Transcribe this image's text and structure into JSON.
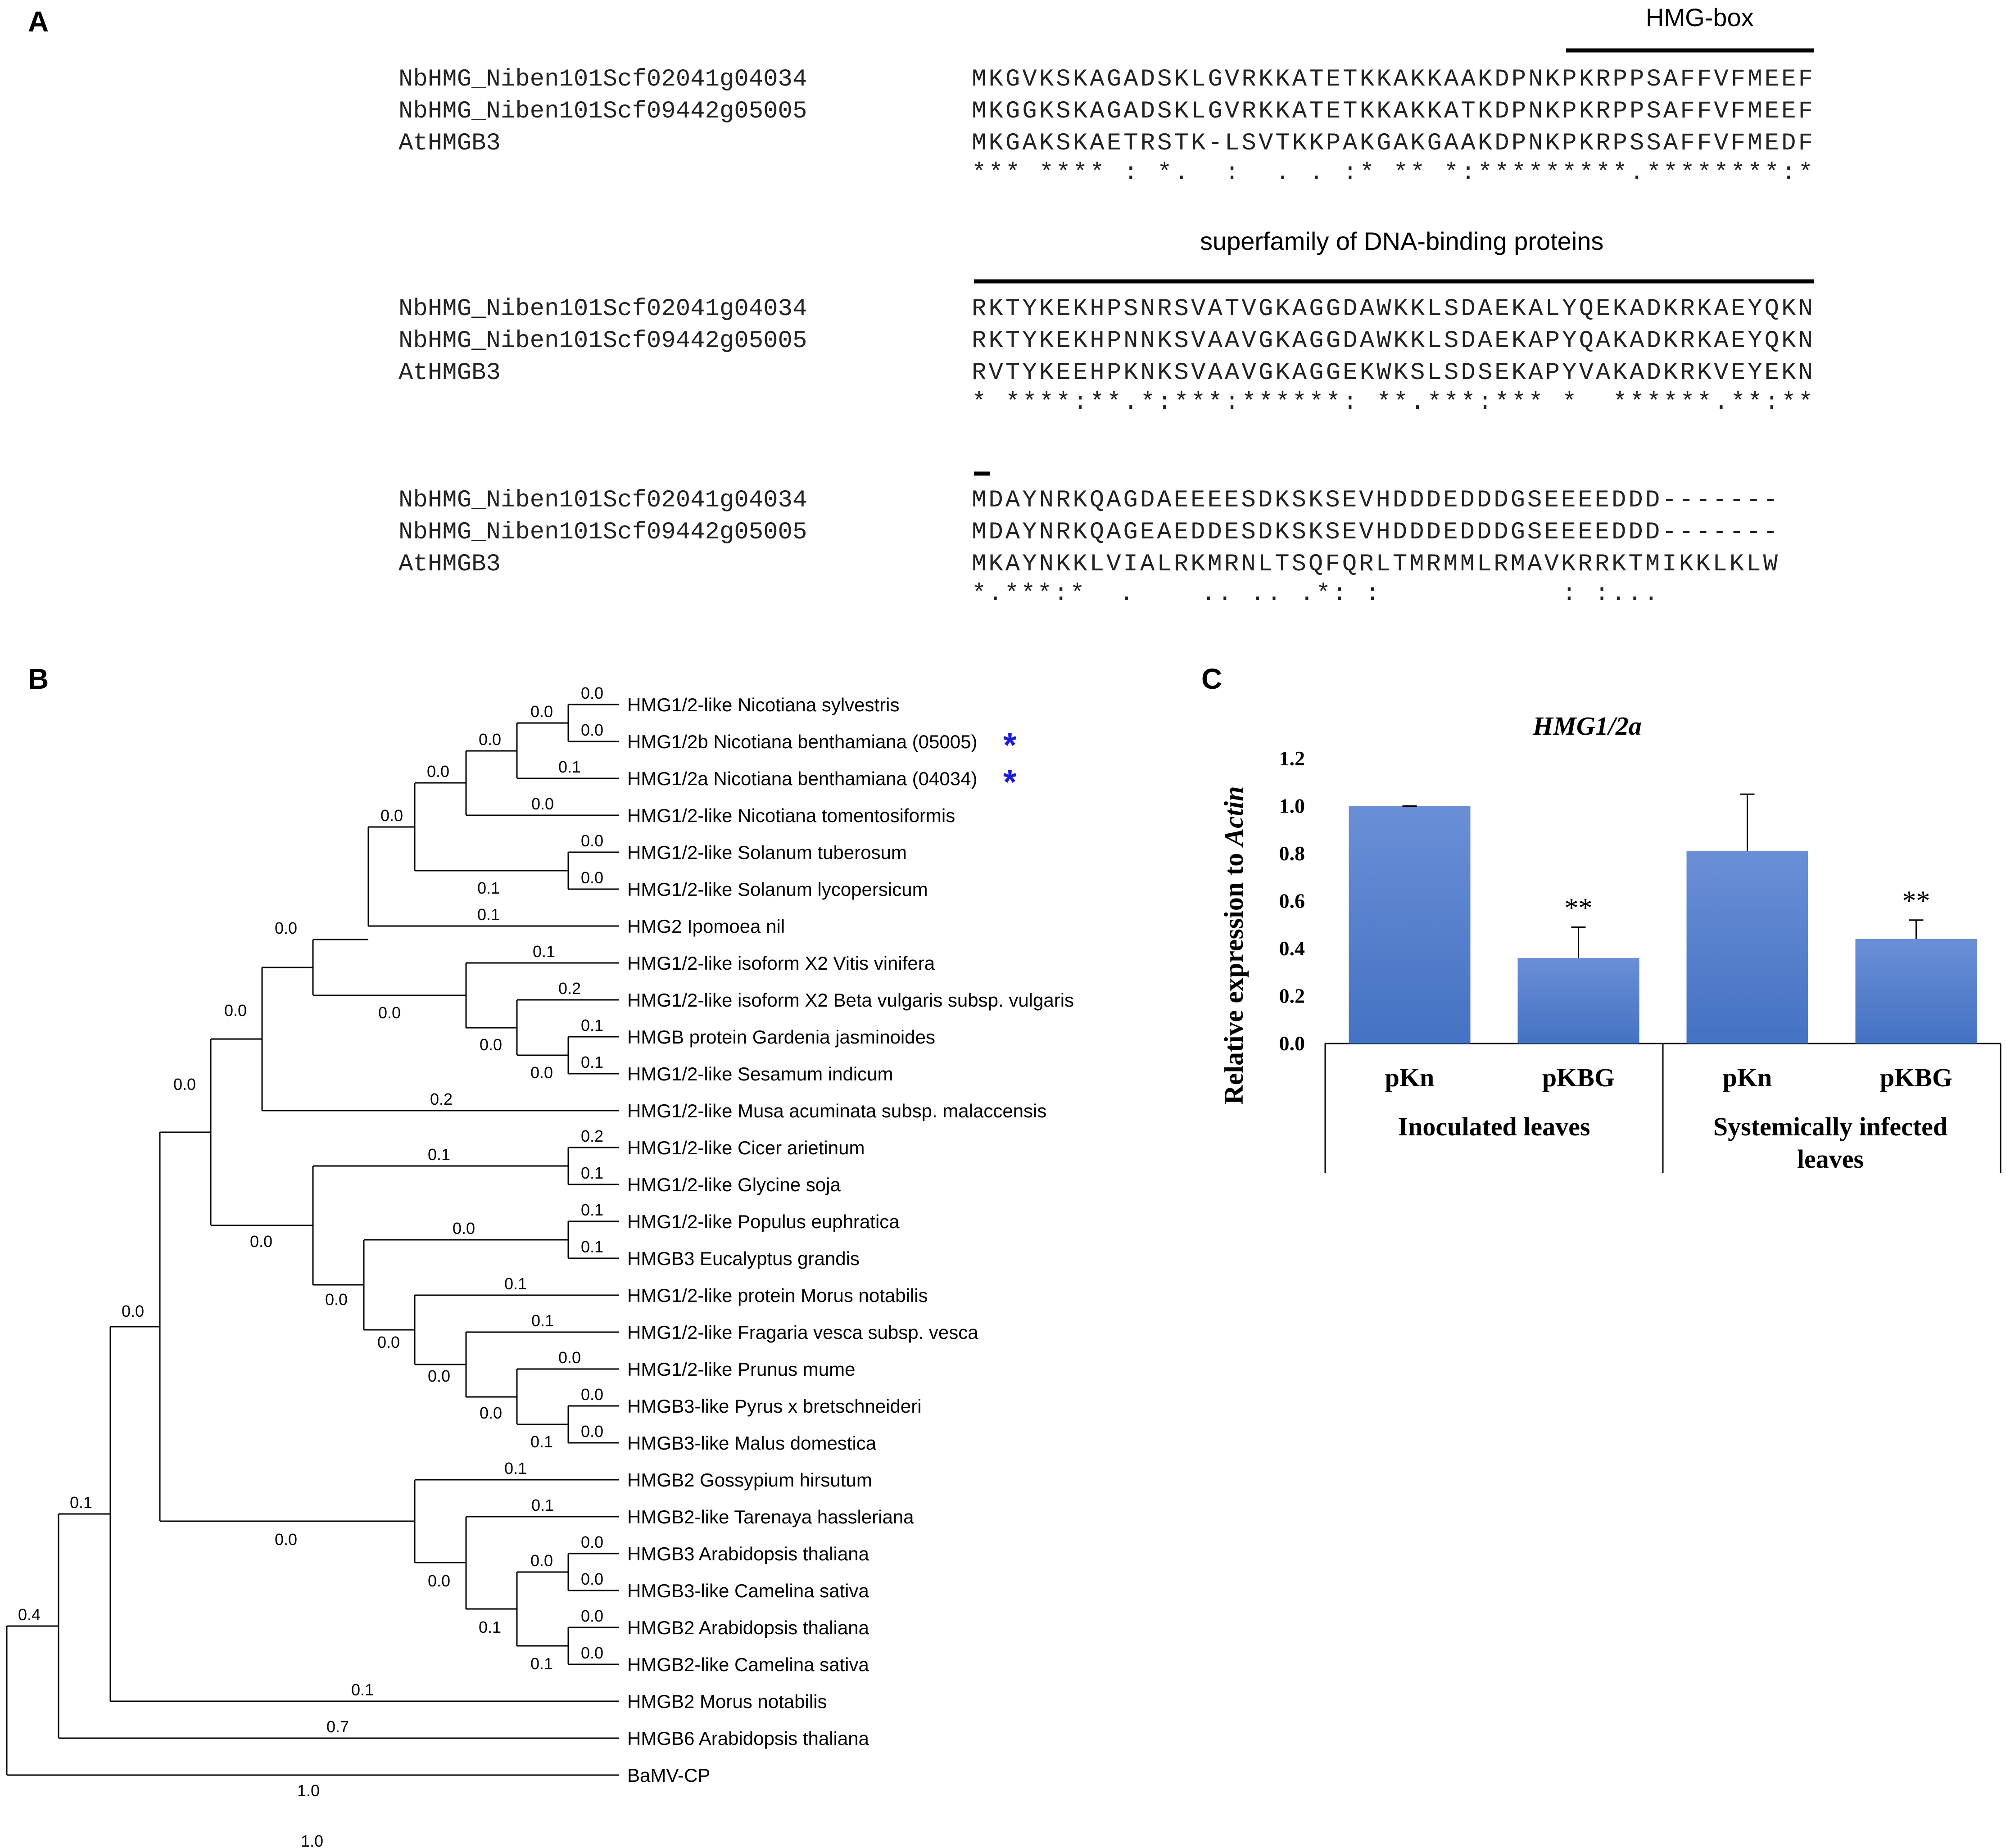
{
  "panels": {
    "a": "A",
    "b": "B",
    "c": "C"
  },
  "alignment": {
    "blocks": [
      {
        "annotation": "HMG-box",
        "rows": [
          {
            "name": "NbHMG_Niben101Scf02041g04034",
            "seq": "MKGVKSKAGADSKLGVRKKATETKKAKKAAKDPNKPKRPPSAFFVFMEEF"
          },
          {
            "name": "NbHMG_Niben101Scf09442g05005",
            "seq": "MKGGKSKAGADSKLGVRKKATETKKAKKATKDPNKPKRPPSAFFVFMEEF"
          },
          {
            "name": "AtHMGB3",
            "seq": "MKGAKSKAETRSTK-LSVTKKPAKGAKGAAKDPNKPKRPSSAFFVFMEDF"
          }
        ],
        "consensus": "*** **** : *.  :  . . :* ** *:*********.********:*"
      },
      {
        "annotation": "superfamily of DNA-binding proteins",
        "rows": [
          {
            "name": "NbHMG_Niben101Scf02041g04034",
            "seq": "RKTYKEKHPSNRSVATVGKAGGDAWKKLSDAEKALYQEKADKRKAEYQKN"
          },
          {
            "name": "NbHMG_Niben101Scf09442g05005",
            "seq": "RKTYKEKHPNNKSVAAVGKAGGDAWKKLSDAEKAPYQAKADKRKAEYQKN"
          },
          {
            "name": "AtHMGB3",
            "seq": "RVTYKEEHPKNKSVAAVGKAGGEKWKSLSDSEKAPYVAKADKRKVEYEKN"
          }
        ],
        "consensus": "* ****:**.*:***:******: **.***:*** *  ******.**:**"
      },
      {
        "annotation": "",
        "rows": [
          {
            "name": "NbHMG_Niben101Scf02041g04034",
            "seq": "MDAYNRKQAGDAEEEESDKSKSEVHDDDEDDDGSEEEEDDD-------"
          },
          {
            "name": "NbHMG_Niben101Scf09442g05005",
            "seq": "MDAYNRKQAGEAEDDESDKSKSEVHDDDEDDDGSEEEEDDD-------"
          },
          {
            "name": "AtHMGB3",
            "seq": "MKAYNKKLVIALRKMRNLTSQFQRLTMRMMLRMAVKRRKTMIKKLKLW"
          }
        ],
        "consensus": "*.***:*  .    .. .. .*: :           : :..."
      }
    ]
  },
  "tree": {
    "leaves": [
      "HMG1/2-like Nicotiana sylvestris",
      "HMG1/2b Nicotiana benthamiana (05005)",
      "HMG1/2a Nicotiana benthamiana (04034)",
      "HMG1/2-like Nicotiana tomentosiformis",
      "HMG1/2-like Solanum tuberosum",
      "HMG1/2-like Solanum lycopersicum",
      "HMG2 Ipomoea nil",
      "HMG1/2-like isoform X2 Vitis vinifera",
      "HMG1/2-like isoform X2 Beta vulgaris subsp. vulgaris",
      "HMGB protein Gardenia jasminoides",
      "HMG1/2-like Sesamum indicum",
      "HMG1/2-like Musa acuminata subsp. malaccensis",
      "HMG1/2-like Cicer arietinum",
      "HMG1/2-like Glycine soja",
      "HMG1/2-like Populus euphratica",
      "HMGB3 Eucalyptus grandis",
      "HMG1/2-like protein Morus notabilis",
      "HMG1/2-like Fragaria vesca subsp. vesca",
      "HMG1/2-like Prunus mume",
      "HMGB3-like Pyrus x bretschneideri",
      "HMGB3-like Malus domestica",
      "HMGB2 Gossypium hirsutum",
      "HMGB2-like Tarenaya hassleriana",
      "HMGB3 Arabidopsis thaliana",
      "HMGB3-like Camelina sativa",
      "HMGB2 Arabidopsis thaliana",
      "HMGB2-like Camelina sativa",
      "HMGB2 Morus notabilis",
      "HMGB6 Arabidopsis thaliana",
      "BaMV-CP"
    ],
    "star": "*",
    "scale_label": "1.0",
    "scale_label_top": "1.0",
    "branch_lengths": {
      "b1": "0.0",
      "b2": "0.0",
      "b3": "0.1",
      "b4": "0.0",
      "b5": "0.0",
      "b6": "0.1",
      "b7": "0.0",
      "b8": "0.0",
      "b9": "0.1",
      "b10": "0.1",
      "b11": "0.0",
      "b12": "0.0",
      "b13": "0.1",
      "b14": "0.2",
      "b15": "0.1",
      "b16": "0.1",
      "b17": "0.0",
      "b18": "0.0",
      "b19": "0.0",
      "b20": "0.2",
      "b21": "0.0",
      "b22": "0.0",
      "b23": "0.2",
      "b24": "0.1",
      "b25": "0.1",
      "b26": "0.1",
      "b27": "0.1",
      "b28": "0.0",
      "b29": "0.0",
      "b30": "0.1",
      "b31": "0.0",
      "b32": "0.1",
      "b33": "0.0",
      "b34": "0.0",
      "b35": "0.0",
      "b36": "0.0",
      "b37": "0.0",
      "b38": "0.1",
      "b39": "0.1",
      "b40": "0.1",
      "b41": "0.0",
      "b42": "0.0",
      "b43": "0.0",
      "b44": "0.0",
      "b45": "0.0",
      "b46": "0.0",
      "b47": "0.1",
      "b48": "0.1",
      "b49": "0.0",
      "b50": "0.1",
      "b51": "0.1",
      "b52": "0.7",
      "b53": "0.4"
    }
  },
  "chart_data": {
    "type": "bar",
    "title": "HMG1/2a",
    "ylabel_prefix": "Relative expression to ",
    "ylabel_italic": "Actin",
    "ylim": [
      0,
      1.2
    ],
    "yticks": [
      "0.0",
      "0.2",
      "0.4",
      "0.6",
      "0.8",
      "1.0",
      "1.2"
    ],
    "categories": [
      "pKn",
      "pKBG",
      "pKn",
      "pKBG"
    ],
    "values": [
      1.0,
      0.36,
      0.81,
      0.44
    ],
    "errors": [
      0.0,
      0.13,
      0.24,
      0.08
    ],
    "significance": [
      "",
      "**",
      "",
      "**"
    ],
    "groups": [
      {
        "label_lines": [
          "Inoculated leaves"
        ]
      },
      {
        "label_lines": [
          "Systemically infected",
          "leaves"
        ]
      }
    ],
    "bar_color": "#4472c4"
  }
}
